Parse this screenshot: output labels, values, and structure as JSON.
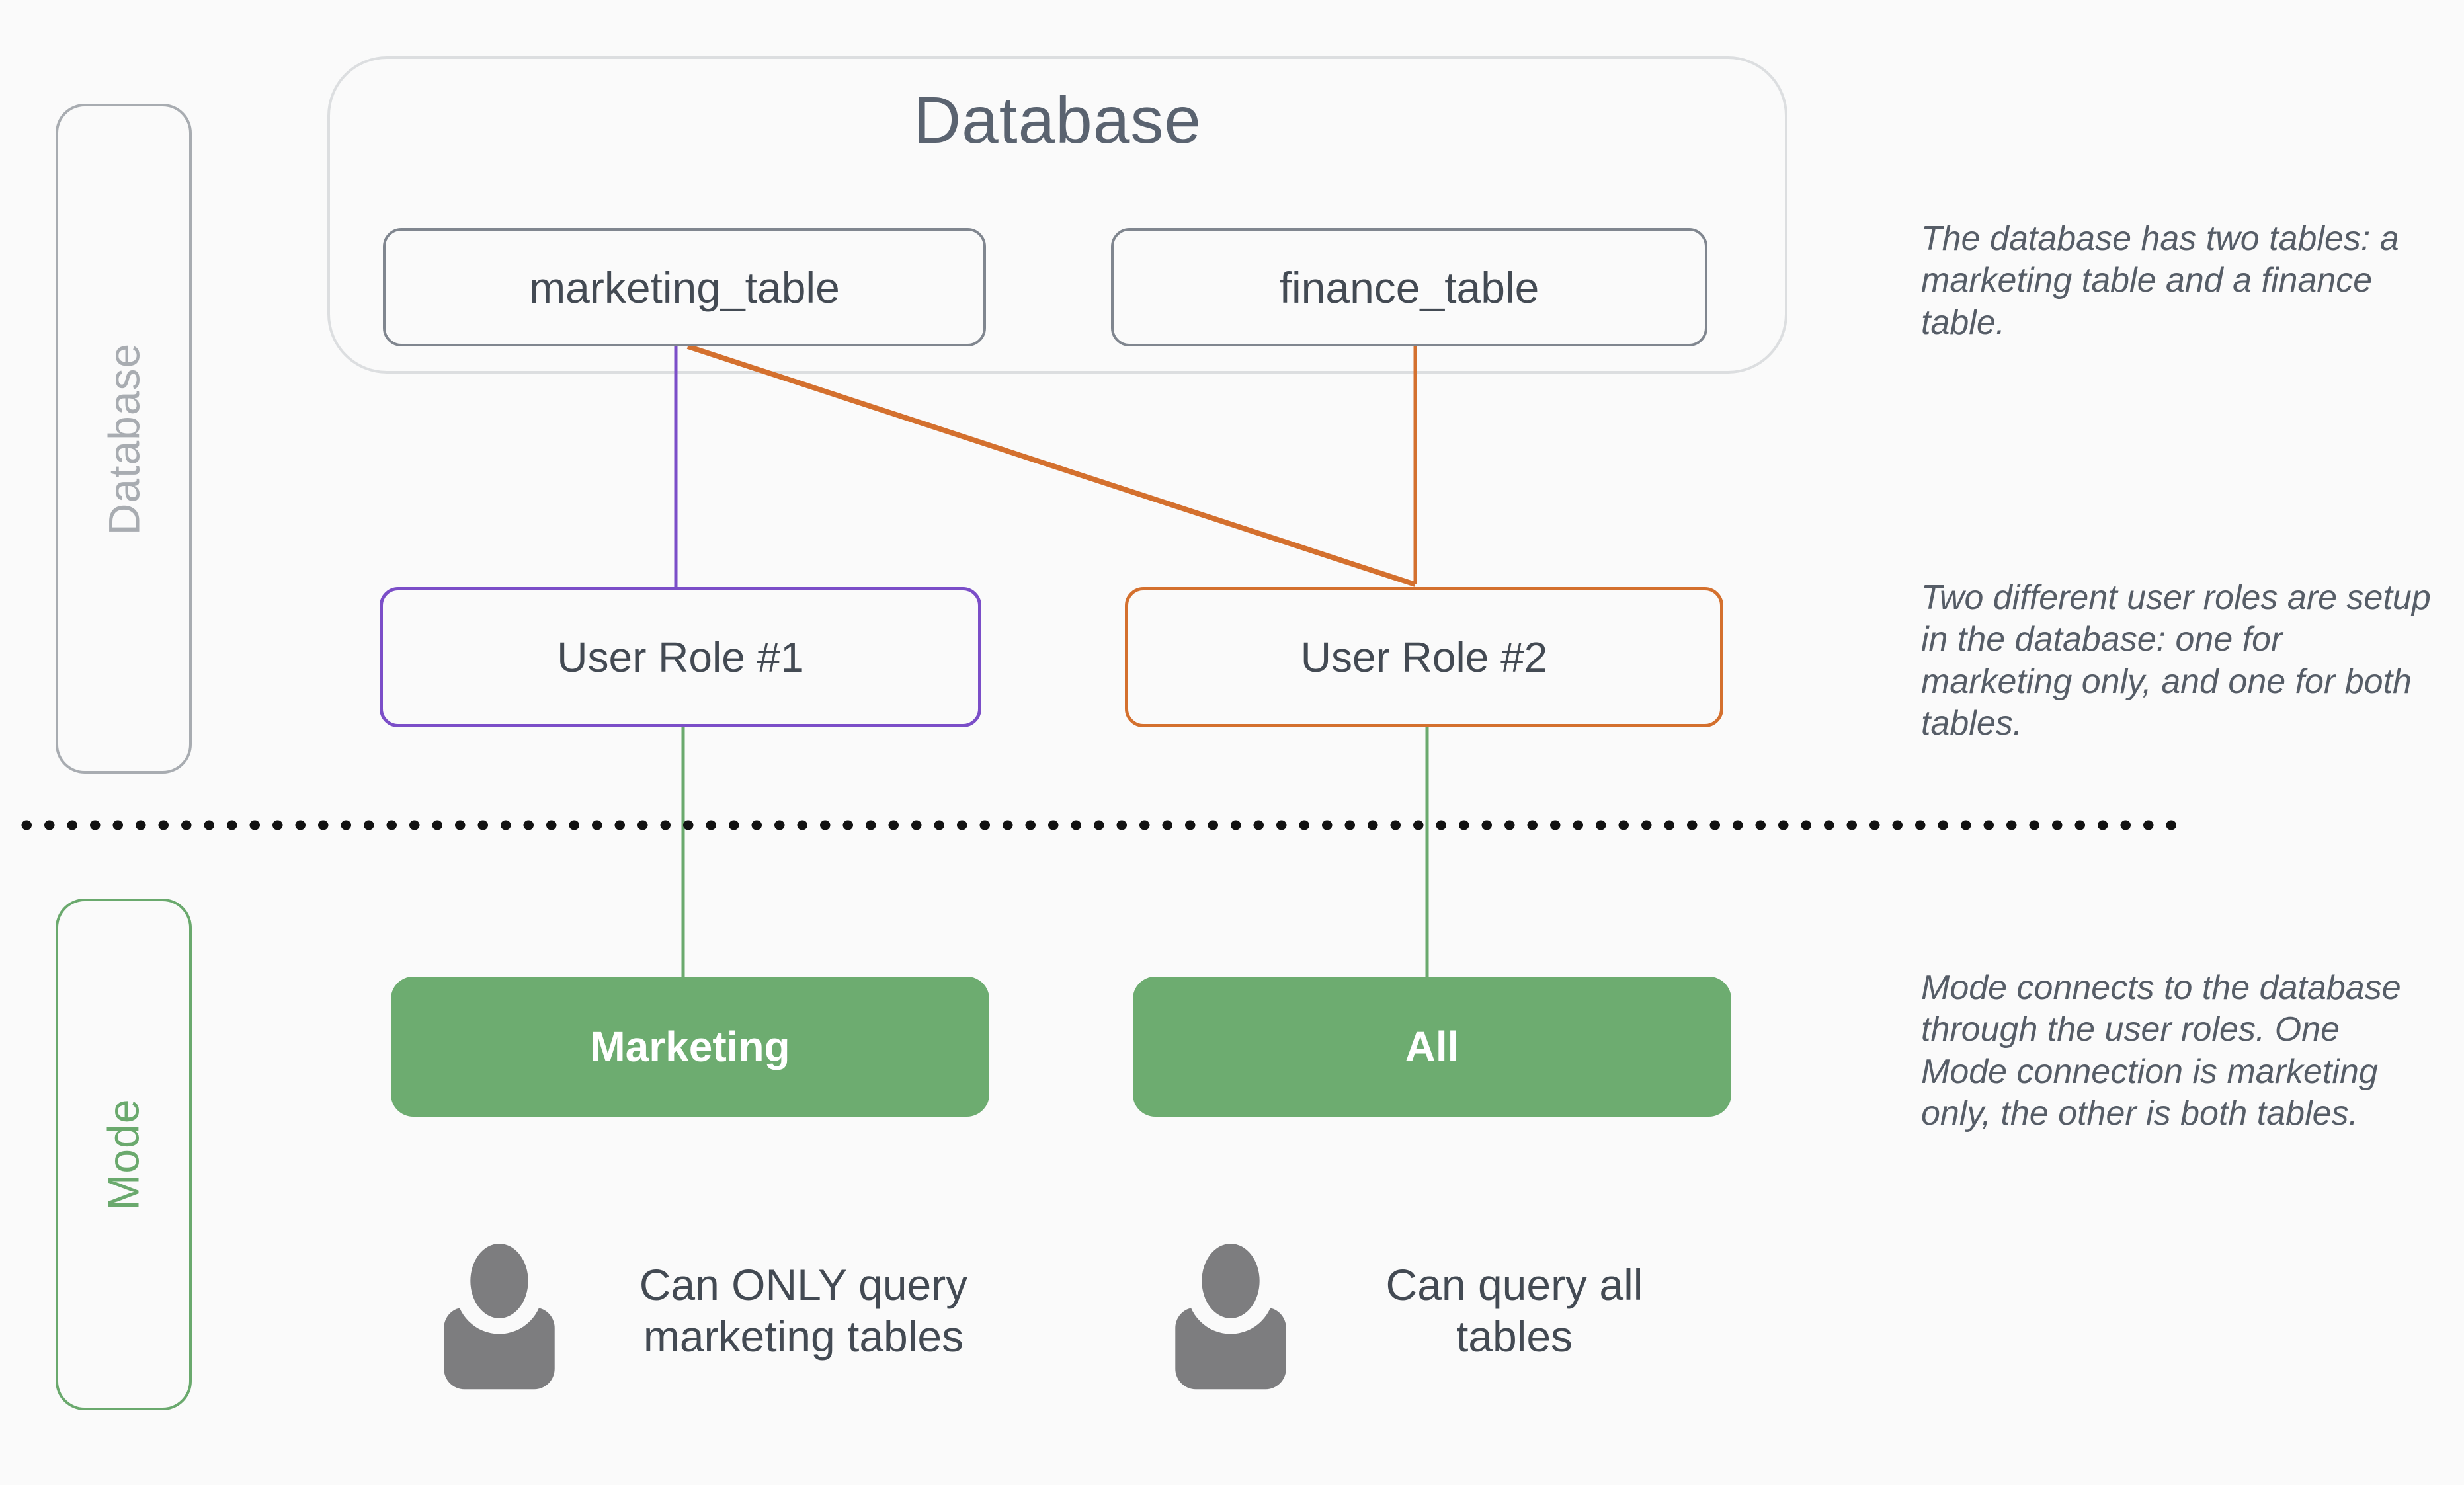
{
  "colors": {
    "background": "#fafafa",
    "purple": "#7b4ec8",
    "orange": "#d4702e",
    "green": "#6aa96d",
    "green_fill": "#6dac70",
    "gray_border": "#80868f",
    "light_border": "#dcdee0",
    "label_gray": "#a8acb1",
    "title_gray": "#5a6370",
    "text_dark": "#434a53",
    "text_gray": "#565d67",
    "icon_gray": "#7d7d7f"
  },
  "database_section": {
    "side_label": "Database",
    "container_title": "Database",
    "tables": [
      {
        "name": "marketing_table"
      },
      {
        "name": "finance_table"
      }
    ],
    "roles": [
      {
        "name": "User Role #1",
        "accent": "purple"
      },
      {
        "name": "User Role #2",
        "accent": "orange"
      }
    ]
  },
  "mode_section": {
    "side_label": "Mode",
    "connections": [
      {
        "label": "Marketing"
      },
      {
        "label": "All"
      }
    ],
    "users": [
      {
        "icon": "user-icon",
        "caption": "Can ONLY query\nmarketing tables"
      },
      {
        "icon": "user-icon",
        "caption": "Can query all\ntables"
      }
    ]
  },
  "annotations": [
    {
      "text": "The database has two tables: a\nmarketing table and a finance\ntable."
    },
    {
      "text": "Two different user roles are setup\nin the database: one for\nmarketing only, and one for both\ntables."
    },
    {
      "text": "Mode connects to the database\nthrough the user roles. One\nMode connection is marketing\nonly, the other is both tables."
    }
  ]
}
